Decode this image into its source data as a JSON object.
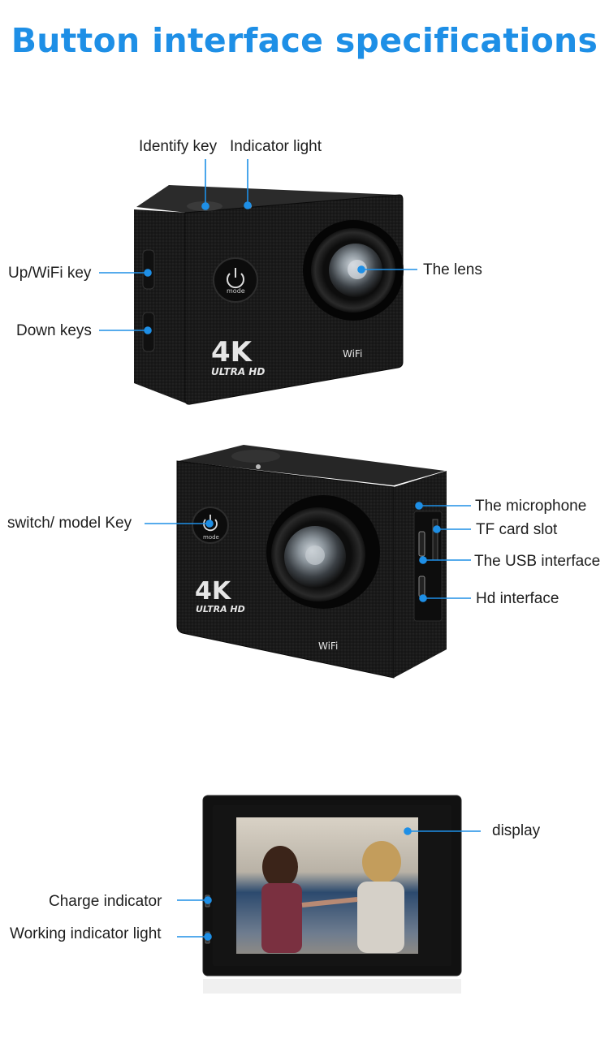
{
  "title": "Button interface specifications",
  "colors": {
    "accent": "#1e8fe6",
    "camera_body": "#161616",
    "label_text": "#1e1e1e"
  },
  "camera1": {
    "label_identify_key": "Identify key",
    "label_indicator_light": "Indicator light",
    "label_up_wifi_key": "Up/WiFi key",
    "label_down_keys": "Down keys",
    "label_lens": "The lens",
    "badge_4k": "4K",
    "badge_ultra_hd": "ULTRA HD",
    "badge_wifi": "WiFi",
    "mode_text": "mode"
  },
  "camera2": {
    "label_switch_model_key": "switch/ model Key",
    "label_microphone": "The microphone",
    "label_tf_card_slot": "TF card slot",
    "label_usb_interface": "The USB interface",
    "label_hd_interface": "Hd interface",
    "badge_4k": "4K",
    "badge_ultra_hd": "ULTRA HD",
    "badge_wifi": "WiFi",
    "mode_text": "mode"
  },
  "camera3": {
    "label_display": "display",
    "label_charge_indicator": "Charge indicator",
    "label_working_indicator": "Working indicator light"
  }
}
